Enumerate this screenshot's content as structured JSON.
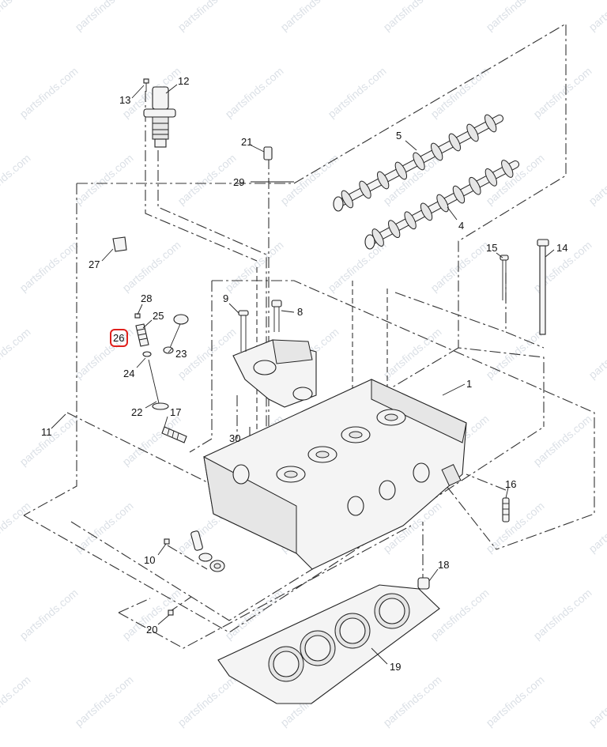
{
  "watermark": "partsfinds.com",
  "callouts": [
    {
      "id": "c1",
      "text": "1"
    },
    {
      "id": "c4",
      "text": "4"
    },
    {
      "id": "c5",
      "text": "5"
    },
    {
      "id": "c8",
      "text": "8"
    },
    {
      "id": "c9",
      "text": "9"
    },
    {
      "id": "c10",
      "text": "10"
    },
    {
      "id": "c11",
      "text": "11"
    },
    {
      "id": "c12",
      "text": "12"
    },
    {
      "id": "c13",
      "text": "13"
    },
    {
      "id": "c14",
      "text": "14"
    },
    {
      "id": "c15",
      "text": "15"
    },
    {
      "id": "c16",
      "text": "16"
    },
    {
      "id": "c17",
      "text": "17"
    },
    {
      "id": "c18",
      "text": "18"
    },
    {
      "id": "c19",
      "text": "19"
    },
    {
      "id": "c20",
      "text": "20"
    },
    {
      "id": "c21",
      "text": "21"
    },
    {
      "id": "c22",
      "text": "22"
    },
    {
      "id": "c23",
      "text": "23"
    },
    {
      "id": "c24",
      "text": "24"
    },
    {
      "id": "c25",
      "text": "25"
    },
    {
      "id": "c26",
      "text": "26"
    },
    {
      "id": "c27",
      "text": "27"
    },
    {
      "id": "c28",
      "text": "28"
    },
    {
      "id": "c29",
      "text": "29"
    },
    {
      "id": "c30",
      "text": "30"
    }
  ],
  "highlight_color": "#e0201c"
}
